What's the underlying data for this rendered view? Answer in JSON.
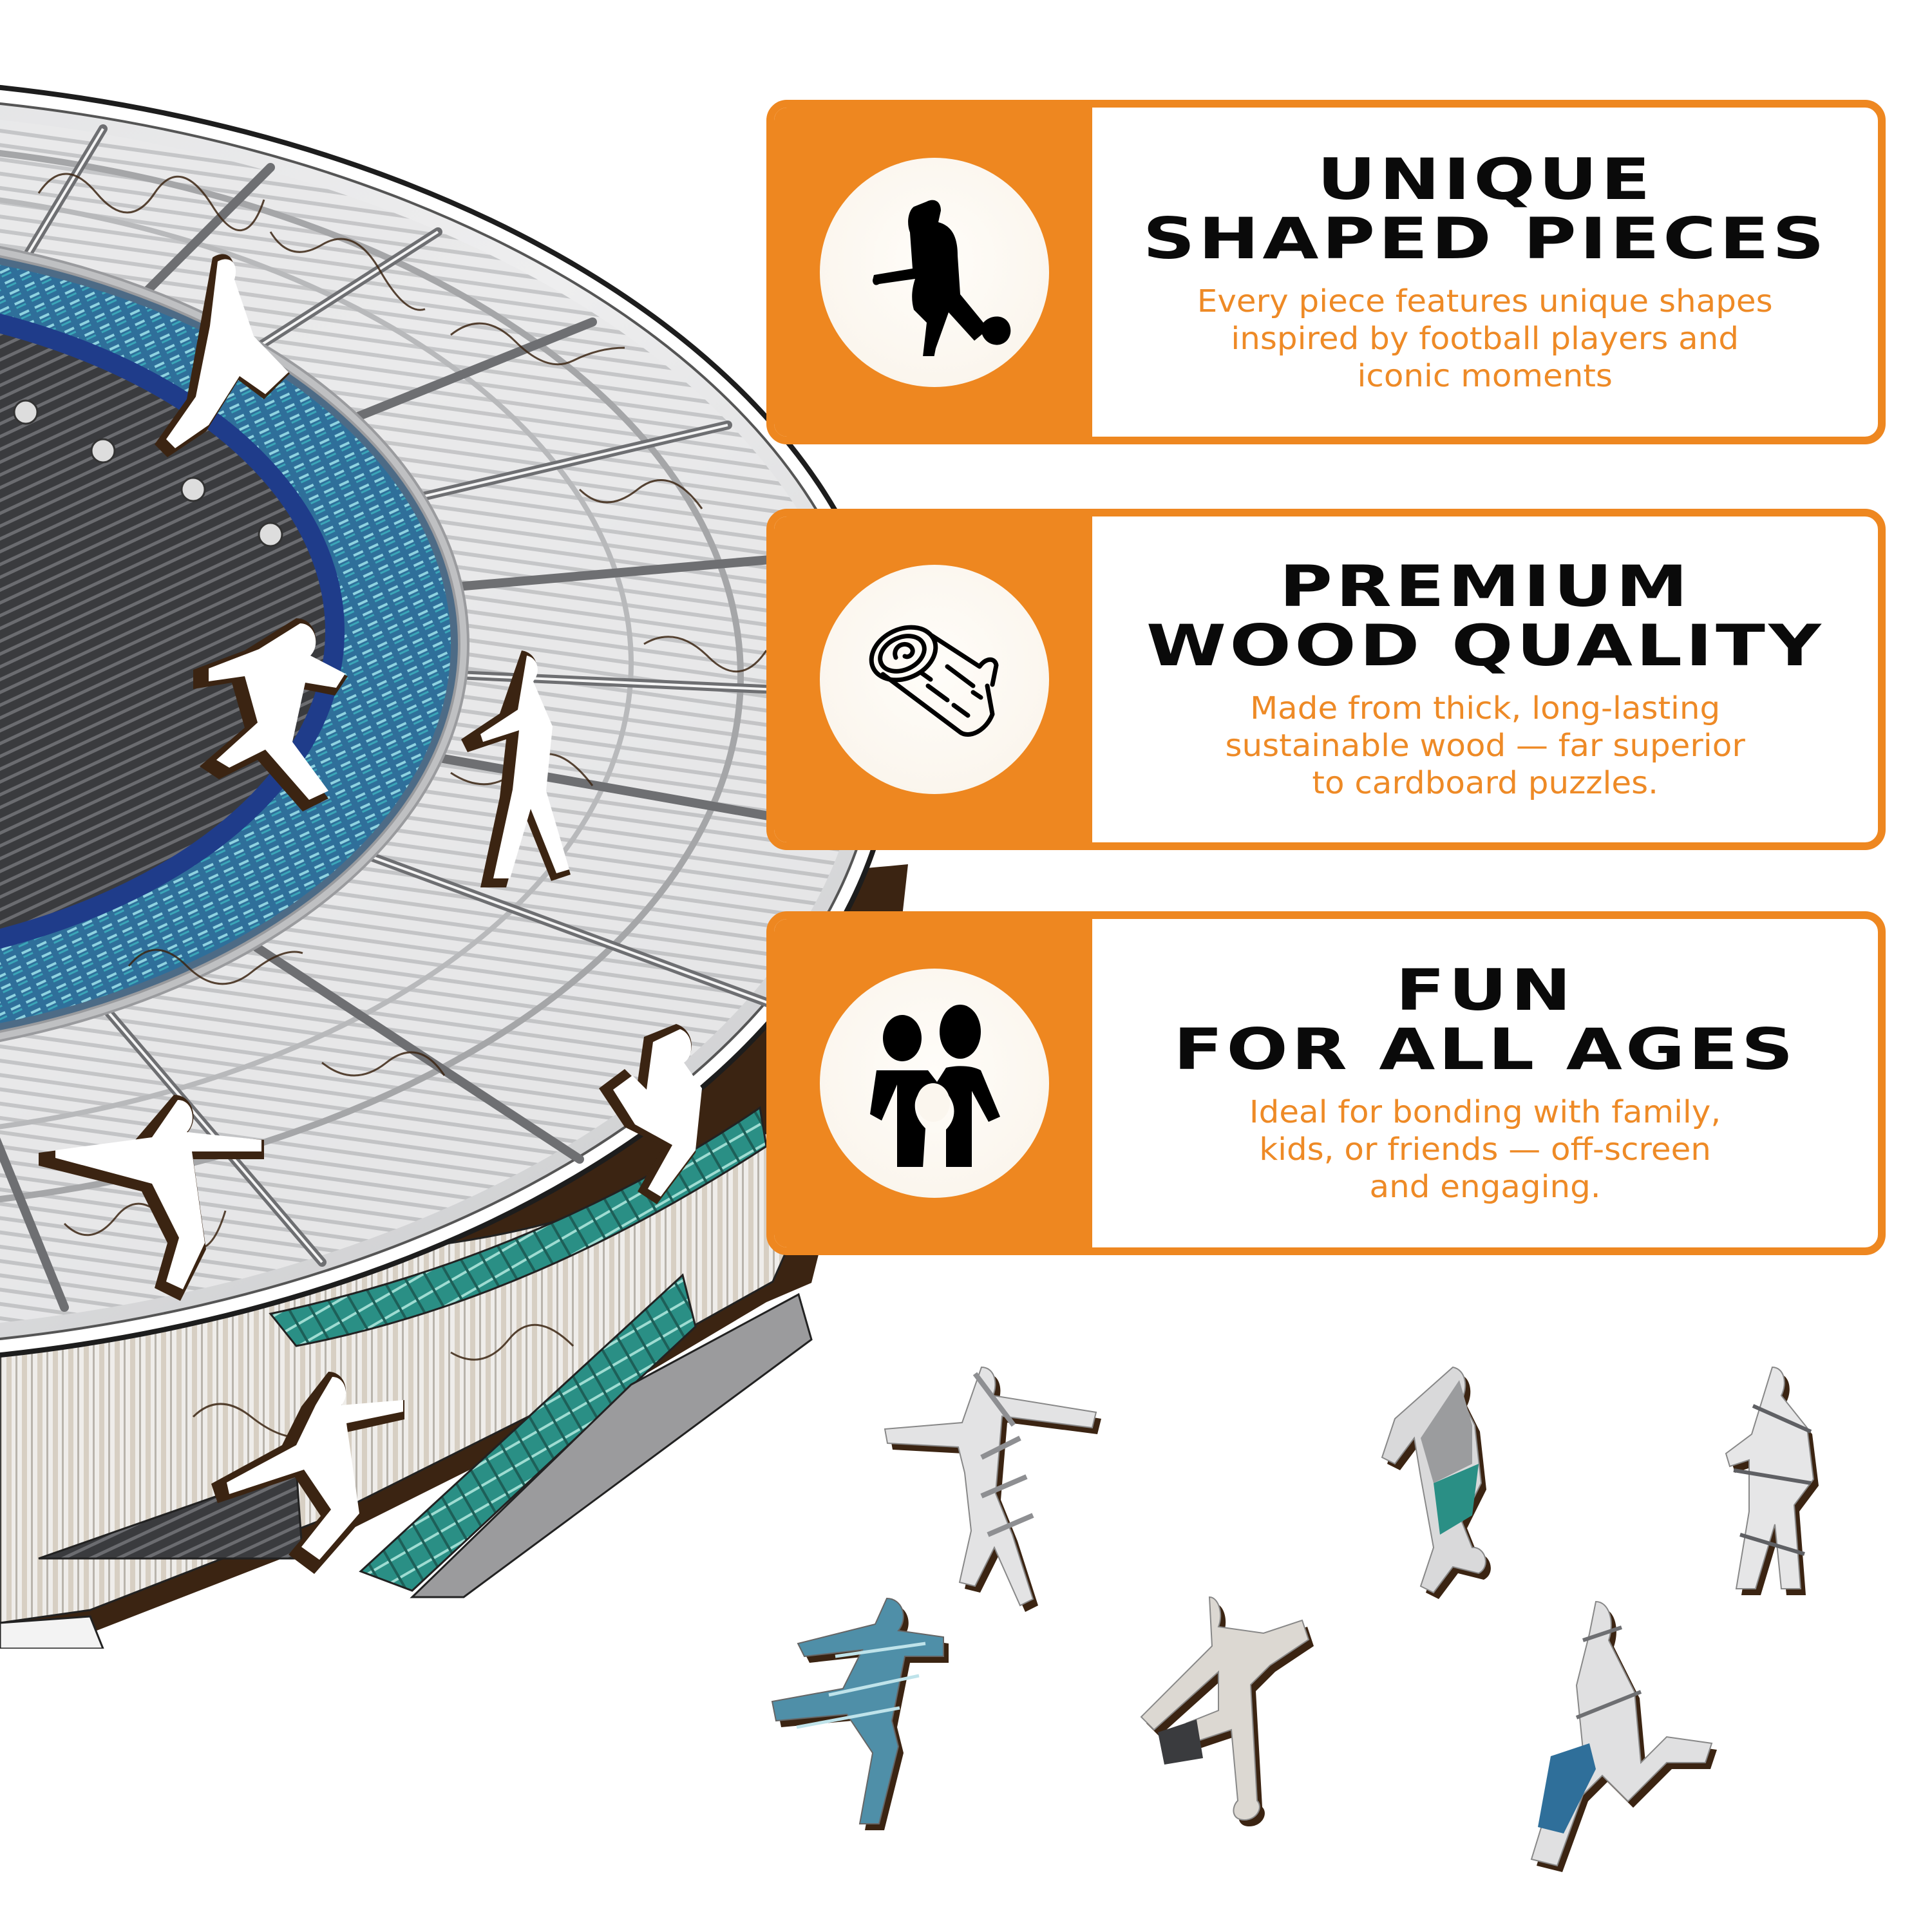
{
  "colors": {
    "accent": "#EE8720",
    "body_text": "#EE8A26",
    "title_text": "#0A0A0A",
    "icon_bg": "#FBF6EE",
    "puzzle_shadow": "#3B2412",
    "teal": "#1F8E84",
    "roof_gray": "#C9CACC"
  },
  "illustration": {
    "subject": "Wooden jigsaw puzzle of a football stadium",
    "cutout_count": 6,
    "loose_piece_count": 6
  },
  "features": [
    {
      "icon": "football-player-kicking-icon",
      "title": "UNIQUE\nSHAPED PIECES",
      "description": "Every piece features unique shapes\ninspired by football players and\niconic moments"
    },
    {
      "icon": "wood-log-icon",
      "title": "PREMIUM\nWOOD QUALITY",
      "description": "Made from thick, long-lasting\nsustainable wood — far superior\nto cardboard puzzles."
    },
    {
      "icon": "family-icon",
      "title": "FUN\nFOR ALL AGES",
      "description": "Ideal for bonding with family,\nkids, or friends — off-screen\nand engaging."
    }
  ],
  "loose_pieces": [
    {
      "pose": "arms-spread-jump"
    },
    {
      "pose": "dribbling"
    },
    {
      "pose": "standing"
    },
    {
      "pose": "diving-kick"
    },
    {
      "pose": "back-kick"
    },
    {
      "pose": "running"
    }
  ]
}
